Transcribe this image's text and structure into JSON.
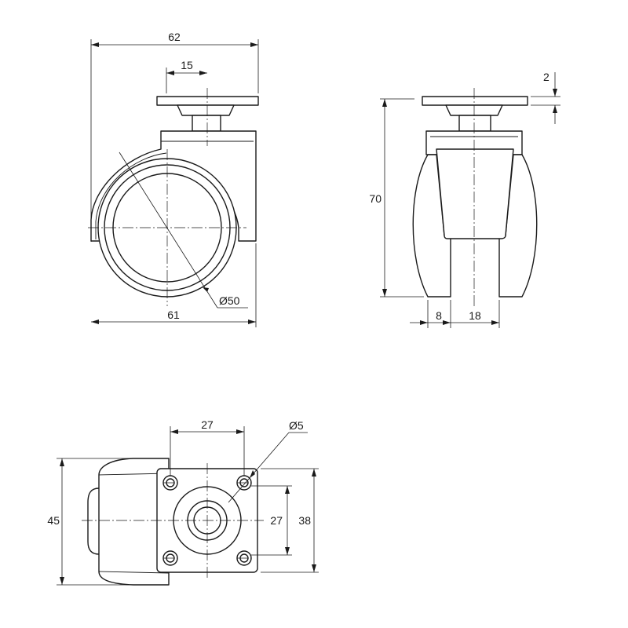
{
  "dimensions": {
    "side_total_height": "62",
    "side_mount_offset": "15",
    "wheel_diameter": "Ø50",
    "side_total_width": "61",
    "front_plate_thickness": "2",
    "front_total_height": "70",
    "front_wheel_width": "8",
    "front_wheel_gap": "18",
    "top_hole_spacing_x": "27",
    "top_hole_diameter": "Ø5",
    "top_total_width": "45",
    "top_hole_spacing_y": "27",
    "top_plate_size": "38"
  }
}
